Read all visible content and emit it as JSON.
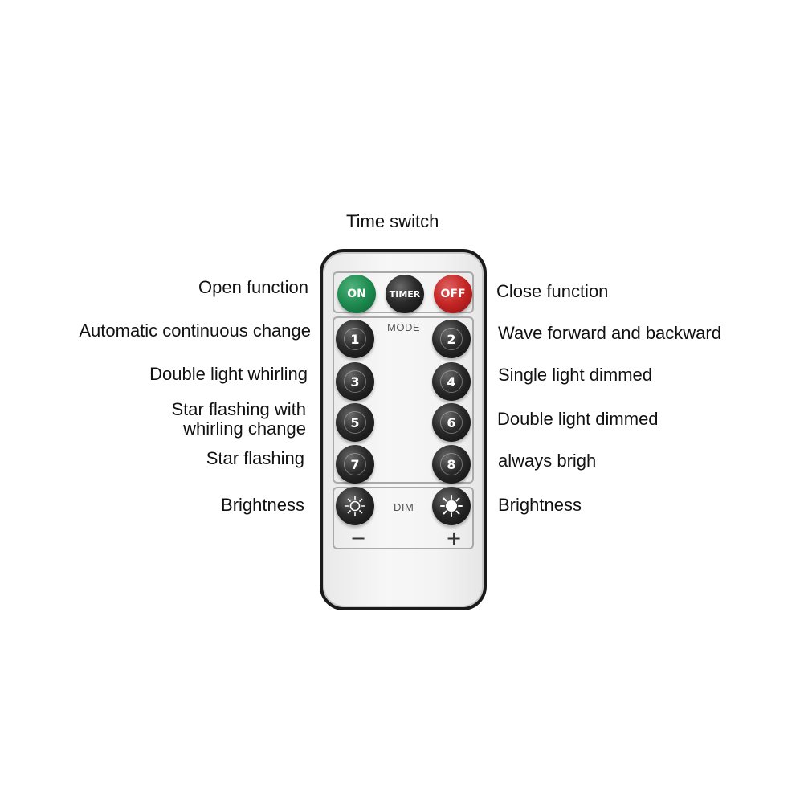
{
  "top_label": "Time switch",
  "left_labels": {
    "open": "Open function",
    "mode1": "Automatic continuous change",
    "mode3": "Double light whirling",
    "mode5": "Star flashing with\nwhirling change",
    "mode7": "Star flashing",
    "dim_minus": "Brightness"
  },
  "right_labels": {
    "close": "Close function",
    "mode2": "Wave forward and backward",
    "mode4": "Single light dimmed",
    "mode6": "Double light dimmed",
    "mode8": "always brigh",
    "dim_plus": "Brightness"
  },
  "remote": {
    "buttons": {
      "on": "ON",
      "timer": "TIMER",
      "off": "OFF",
      "b1": "1",
      "b2": "2",
      "b3": "3",
      "b4": "4",
      "b5": "5",
      "b6": "6",
      "b7": "7",
      "b8": "8"
    },
    "mode_label": "MODE",
    "dim_label": "DIM",
    "minus_sign": "−",
    "plus_sign": "+"
  },
  "colors": {
    "on_button": "#1d8a4f",
    "off_button": "#c42424",
    "number_button": "#1a1a1a",
    "remote_body": "#f4f4f4",
    "remote_border": "#1a1a1a"
  }
}
